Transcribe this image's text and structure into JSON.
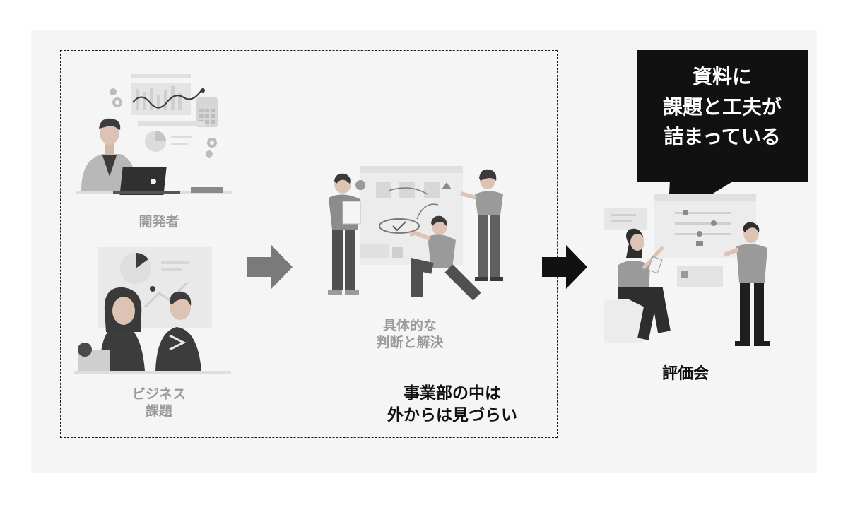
{
  "nodes": {
    "developer": {
      "label": "開発者"
    },
    "business_issue": {
      "label": "ビジネス\n課題"
    },
    "judgment": {
      "label": "具体的な\n判断と解決"
    },
    "evaluation": {
      "label": "評価会"
    }
  },
  "annotations": {
    "invisible_note": "事業部の中は\n外からは見づらい",
    "speech_bubble": "資料に\n課題と工夫が\n詰まっている"
  },
  "colors": {
    "panel_bg": "#f5f5f5",
    "grey_arrow": "#7a7a7a",
    "black_arrow": "#111111",
    "faded_text": "#9a9a9a"
  }
}
